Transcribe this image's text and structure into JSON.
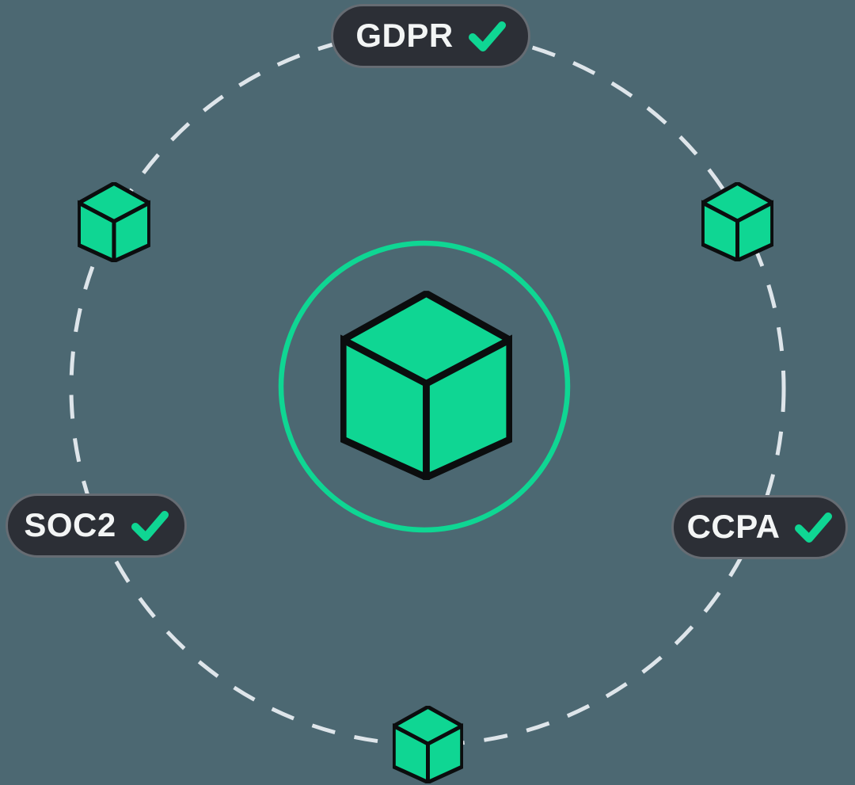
{
  "diagram": {
    "name": "compliance-orbit-illustration",
    "background_color": "#4C6872",
    "accent_green": "#0FD693",
    "cube_edge_color": "#0B0D0E",
    "orbit_dash_color": "#DEE5EA",
    "badge_bg_color": "#2C2F36",
    "badge_border_color": "#666C73",
    "badge_text_color": "#F3F5F5",
    "center_icon": "cube-icon",
    "satellite_icons": [
      "cube-icon",
      "cube-icon",
      "cube-icon"
    ]
  },
  "badges": [
    {
      "label": "GDPR",
      "status": "checked",
      "icon": "check-icon"
    },
    {
      "label": "SOC2",
      "status": "checked",
      "icon": "check-icon"
    },
    {
      "label": "CCPA",
      "status": "checked",
      "icon": "check-icon"
    }
  ]
}
